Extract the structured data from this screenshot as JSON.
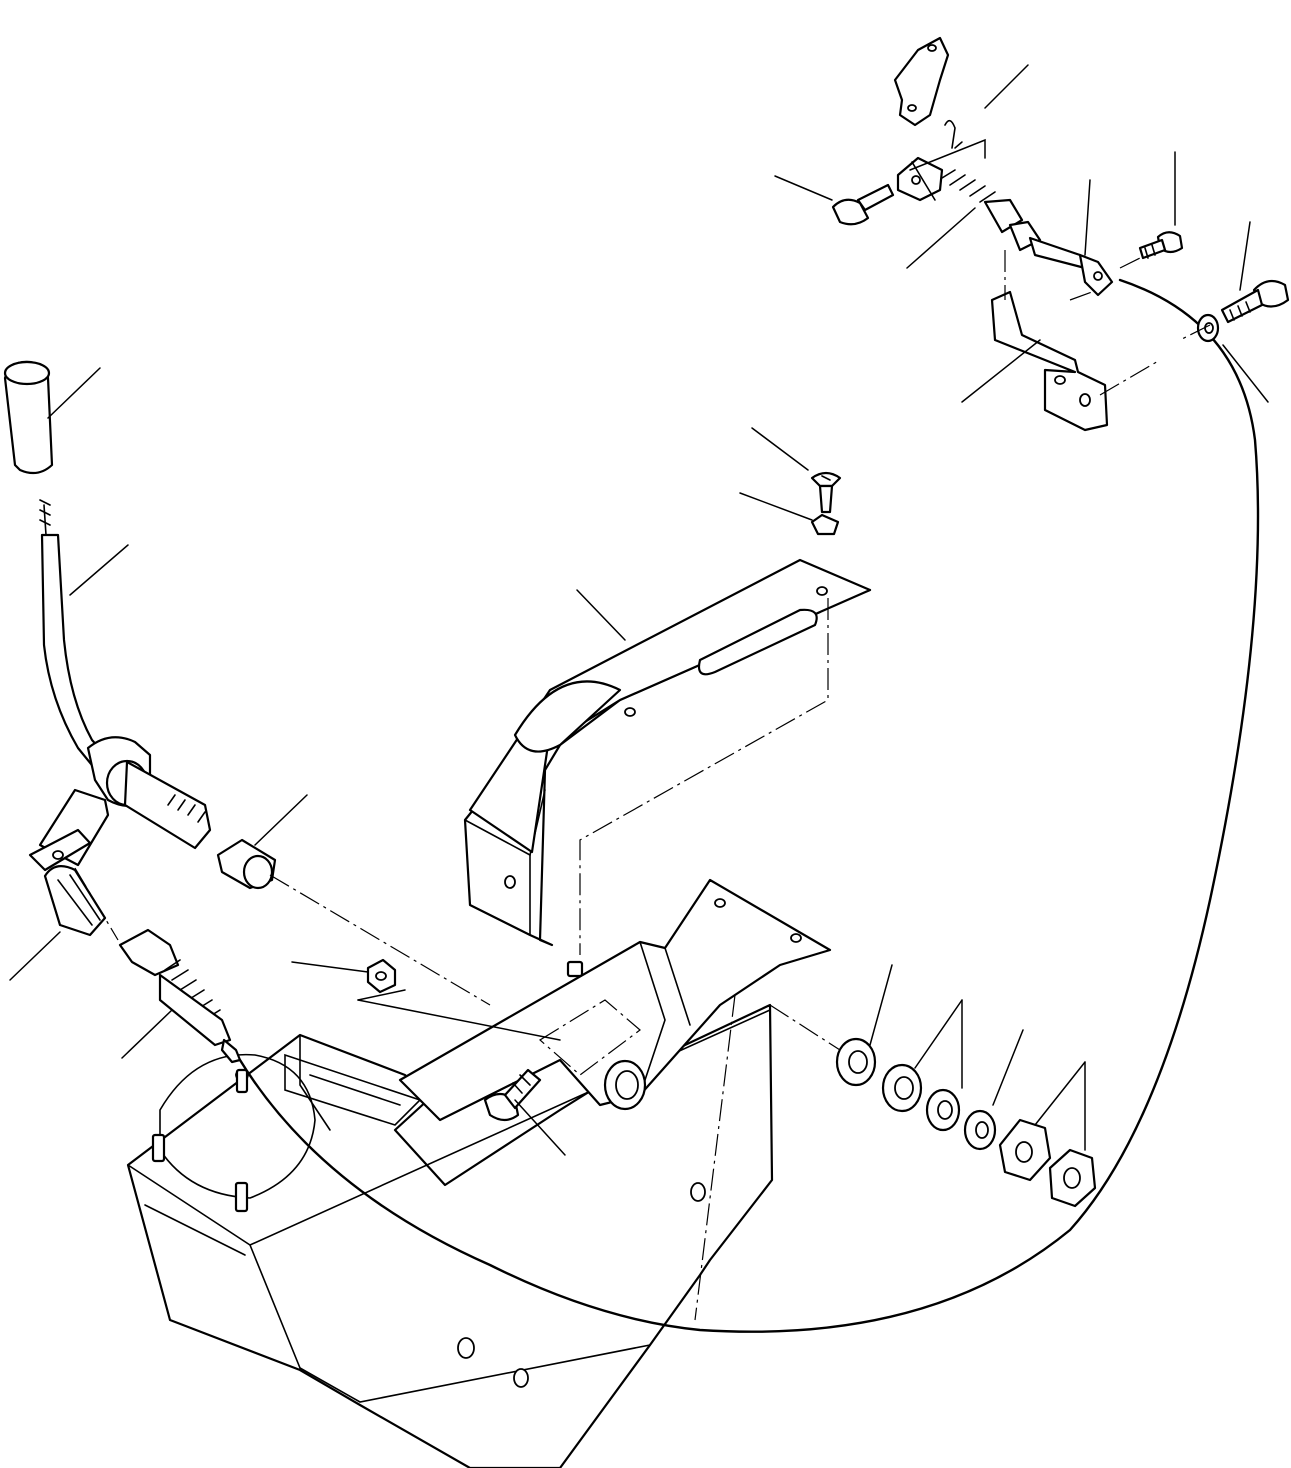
{
  "diagram": {
    "style": "exploded parts drawing, black line art on white",
    "text_labels": [],
    "colors": {
      "line": "#000000",
      "background": "#ffffff"
    },
    "parts": [
      "lever-knob",
      "shift-lever",
      "lever-bushing",
      "cable-end-clevis-left",
      "cable-adjuster-left",
      "control-cable",
      "nut-small",
      "bolt-bracket-mount",
      "lever-housing",
      "guide-plate",
      "screw-guide-plate",
      "washer-guide-plate",
      "washer-flat-1",
      "washer-flat-2",
      "washer-spring",
      "washer-lock",
      "nut-1",
      "nut-2",
      "cable-bracket",
      "bolt-cable-bracket",
      "washer-cable-bracket",
      "cable-end-clevis-right",
      "clevis-pin",
      "cotter-pin",
      "cable-clamp",
      "bolt-cable-clamp",
      "link-plate"
    ]
  }
}
